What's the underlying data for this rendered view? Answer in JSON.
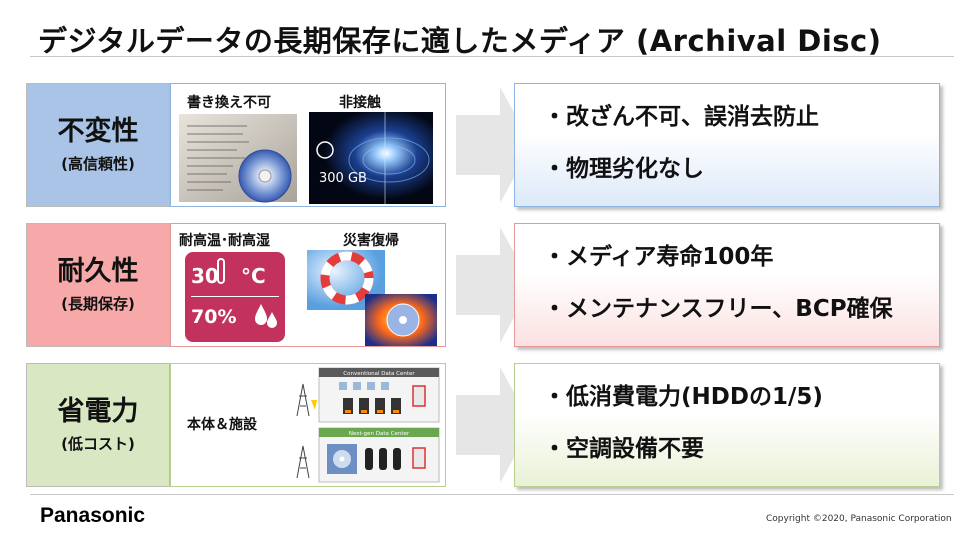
{
  "title": "デジタルデータの長期保存に適したメディア (Archival Disc)",
  "rows": [
    {
      "label": "不変性",
      "sublabel": "(高信頼性)",
      "captions": [
        "書き換え不可",
        "非接触"
      ],
      "disc_label": "300 GB",
      "results": [
        "・改ざん不可、誤消去防止",
        "・物理劣化なし"
      ],
      "color": "#a9c4e6"
    },
    {
      "label": "耐久性",
      "sublabel": "(長期保存)",
      "captions": [
        "耐高温･耐高湿",
        "災害復帰"
      ],
      "temperature": "30",
      "temperature_unit": "°C",
      "humidity": "70%",
      "results": [
        "・メディア寿命100年",
        "・メンテナンスフリー、BCP確保"
      ],
      "color": "#f7a8a8"
    },
    {
      "label": "省電力",
      "sublabel": "(低コスト)",
      "captions": [
        "本体＆施設"
      ],
      "diagram_labels": [
        "Conventional Data Center",
        "Next-gen Data Center"
      ],
      "results": [
        "・低消費電力(HDDの1/5)",
        "・空調設備不要"
      ],
      "color": "#d9e8c3"
    }
  ],
  "footer": {
    "brand": "Panasonic",
    "copyright": "Copyright ©2020, Panasonic Corporation"
  }
}
